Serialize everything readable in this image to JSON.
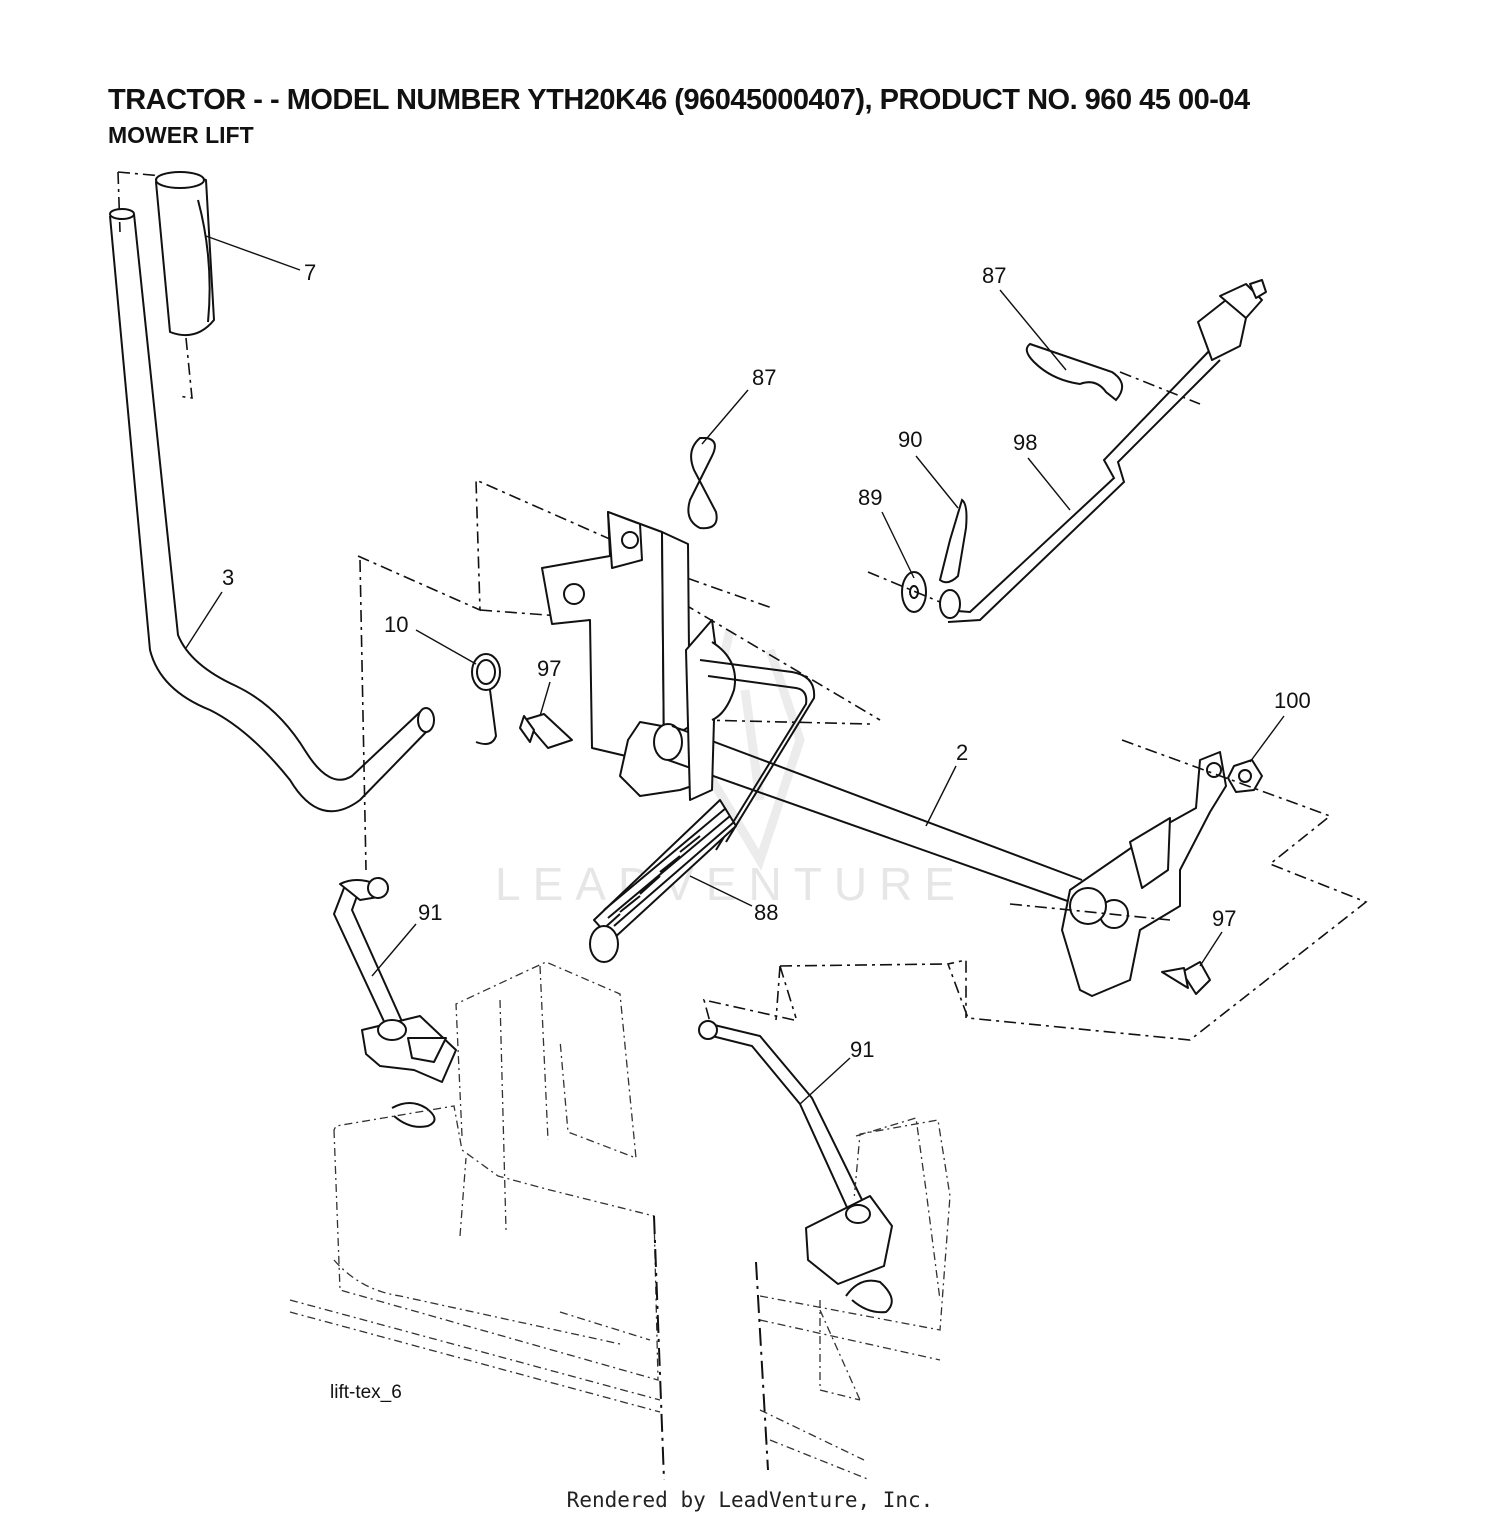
{
  "header": {
    "title": "TRACTOR - - MODEL NUMBER YTH20K46 (96045000407), PRODUCT NO. 960 45 00-04",
    "subtitle": "MOWER LIFT"
  },
  "callouts": {
    "c7": "7",
    "c87a": "87",
    "c87b": "87",
    "c90": "90",
    "c98": "98",
    "c89": "89",
    "c3": "3",
    "c10": "10",
    "c97a": "97",
    "c100": "100",
    "c2": "2",
    "c91a": "91",
    "c88": "88",
    "c97b": "97",
    "c91b": "91"
  },
  "watermark": "LEADVENTURE",
  "figure_ref": "lift-tex_6",
  "footer": "Rendered by LeadVenture, Inc."
}
